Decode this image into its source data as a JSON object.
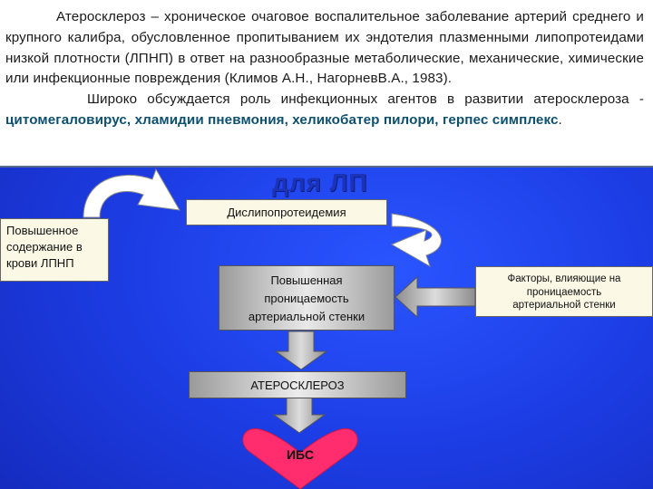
{
  "header": {
    "p1_pre": "Атеросклероз – хроническое очаговое воспалительное заболевание артерий среднего и крупного калибра, обусловленное пропитыванием их эндотелия плазменными липопротеидами низкой плотности (ЛПНП) в ответ на разнообразные метаболические, механические, химические или инфекционные повреждения",
    "p1_cite": "(Климов А.Н., НагорневВ.А., 1983).",
    "p2_pre": "Широко обсуждается роль инфекционных агентов в развитии атеросклероза -",
    "p2_agents": "цитомегаловирус, хламидии пневмония, хеликобатер пилори, герпес симплекс",
    "p2_end": "."
  },
  "diagram": {
    "lp_label": "для ЛП",
    "dyslipoproteinemia": "Дислипопротеидемия",
    "ldl_box": [
      "Повышенное",
      "содержание в",
      "крови ЛПНП"
    ],
    "permeability_box": [
      "Повышенная",
      "проницаемость",
      "артериальной стенки"
    ],
    "factors_box": [
      "Факторы, влияющие на",
      "проницаемость",
      "артериальной стенки"
    ],
    "atherosclerosis": "АТЕРОСКЛЕРОЗ",
    "ibs": "ИБС"
  },
  "colors": {
    "background": "#1d3ee6",
    "box_fill": "#fbf9e6",
    "heart": "#ff2d6e",
    "arrow": "#b8b8b8"
  }
}
